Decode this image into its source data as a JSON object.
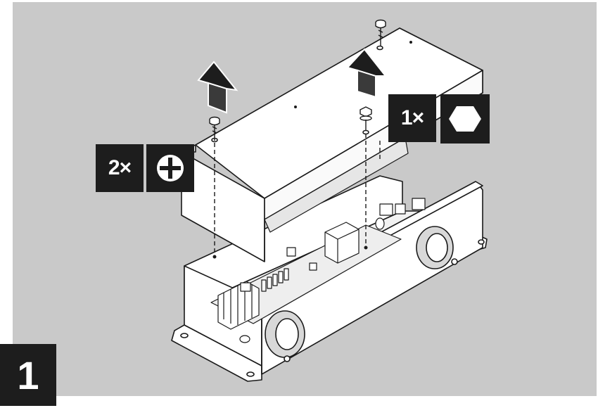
{
  "illustration": {
    "step_number": "1",
    "phillips_screws": {
      "quantity": "2×",
      "icon": "phillips-drive-icon"
    },
    "hex_screws": {
      "quantity": "1×",
      "icon": "hex-drive-icon"
    },
    "colors": {
      "panel": "#c9c9c9",
      "badge": "#1d1d1d",
      "line": "#1a1a1a",
      "fill": "#ffffff"
    }
  }
}
